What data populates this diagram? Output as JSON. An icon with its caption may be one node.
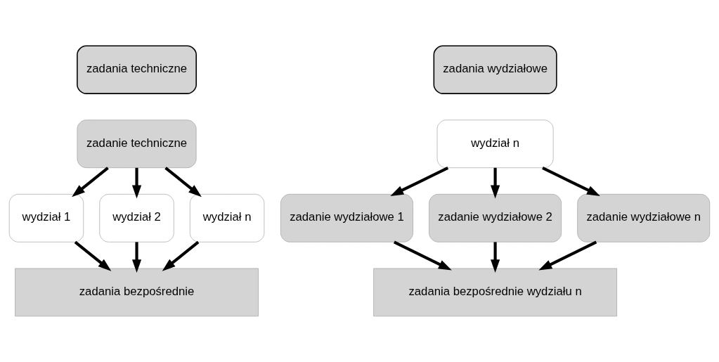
{
  "diagram": {
    "nodes": [
      {
        "text": [
          "zadania techniczne"
        ]
      },
      {
        "text": [
          "zadanie techniczne"
        ]
      },
      {
        "text": [
          "wydział 1"
        ]
      },
      {
        "text": [
          "wydział 2"
        ]
      },
      {
        "text": [
          "wydział n"
        ]
      },
      {
        "text": [
          "zadania bezpośrednie"
        ]
      },
      {
        "text": [
          "zadania wydziałowe"
        ]
      },
      {
        "text": [
          "wydział n"
        ]
      },
      {
        "text": [
          "zadanie wydziałowe 1"
        ]
      },
      {
        "text": [
          "zadanie wydziałowe 2"
        ]
      },
      {
        "text": [
          "zadanie wydziałowe n"
        ]
      },
      {
        "text": [
          "zadania bezpośrednie wydziału n"
        ]
      }
    ],
    "edges": [
      {
        "from": 1,
        "to": 2,
        "arrow": "to"
      },
      {
        "from": 1,
        "to": 3,
        "arrow": "to"
      },
      {
        "from": 1,
        "to": 4,
        "arrow": "to"
      },
      {
        "from": 2,
        "to": 5,
        "arrow": "to"
      },
      {
        "from": 3,
        "to": 5,
        "arrow": "to"
      },
      {
        "from": 4,
        "to": 5,
        "arrow": "to"
      },
      {
        "from": 7,
        "to": 8,
        "arrow": "to"
      },
      {
        "from": 7,
        "to": 9,
        "arrow": "to"
      },
      {
        "from": 7,
        "to": 10,
        "arrow": "to"
      },
      {
        "from": 8,
        "to": 11,
        "arrow": "to"
      },
      {
        "from": 9,
        "to": 11,
        "arrow": "to"
      },
      {
        "from": 10,
        "to": 11,
        "arrow": "to"
      }
    ]
  }
}
